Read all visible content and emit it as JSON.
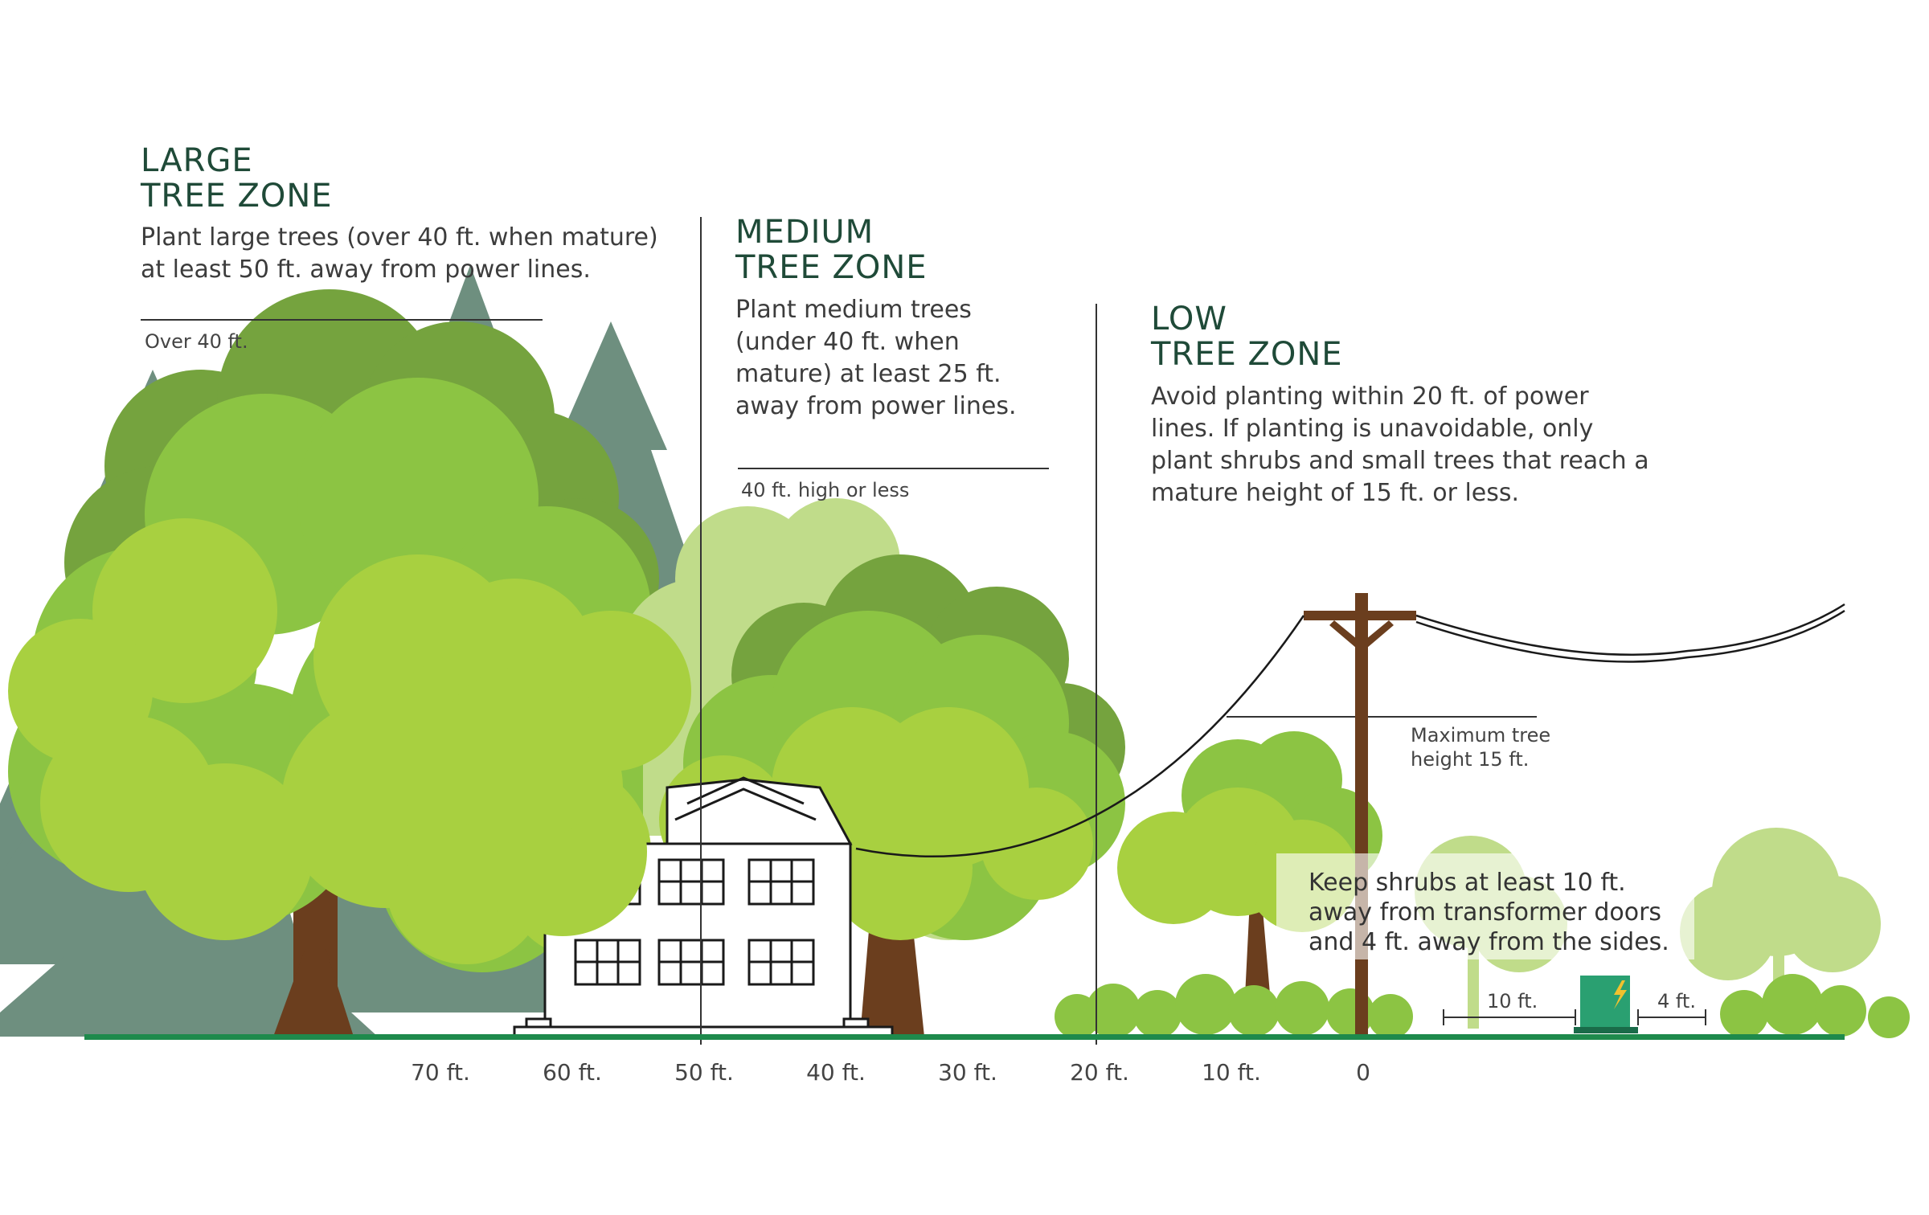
{
  "zones": {
    "large": {
      "title_line1": "LARGE",
      "title_line2": "TREE ZONE",
      "description": "Plant large trees (over 40 ft. when mature)\nat least 50 ft. away from power lines.",
      "height_label": "Over 40 ft."
    },
    "medium": {
      "title_line1": "MEDIUM",
      "title_line2": "TREE ZONE",
      "description": "Plant medium trees\n(under 40 ft. when\nmature) at least 25 ft.\naway from power lines.",
      "height_label": "40 ft. high or less"
    },
    "low": {
      "title_line1": "LOW",
      "title_line2": "TREE ZONE",
      "description": "Avoid planting within 20 ft. of power\nlines. If planting is unavoidable, only\nplant shrubs and small trees that reach a\nmature height of 15 ft. or less.",
      "height_label": "Maximum tree\nheight 15 ft."
    }
  },
  "shrub_note": "Keep shrubs at least 10 ft.\naway from transformer doors\nand 4 ft. away from the sides.",
  "transformer": {
    "door_clearance": "10 ft.",
    "side_clearance": "4 ft.",
    "icon": "lightning-icon"
  },
  "axis": {
    "ticks": [
      "70 ft.",
      "60 ft.",
      "50 ft.",
      "40 ft.",
      "30 ft.",
      "20 ft.",
      "10 ft.",
      "0"
    ]
  },
  "colors": {
    "title": "#1f4a38",
    "ground": "#1e8a4c",
    "trunk": "#6b3e1e",
    "foliage_dark": "#75a33e",
    "foliage_mid": "#8cc443",
    "foliage_light": "#a8d040",
    "foliage_pale": "#c0dc8a",
    "evergreen": "#6e8f7f",
    "transformer": "#2aa071"
  }
}
